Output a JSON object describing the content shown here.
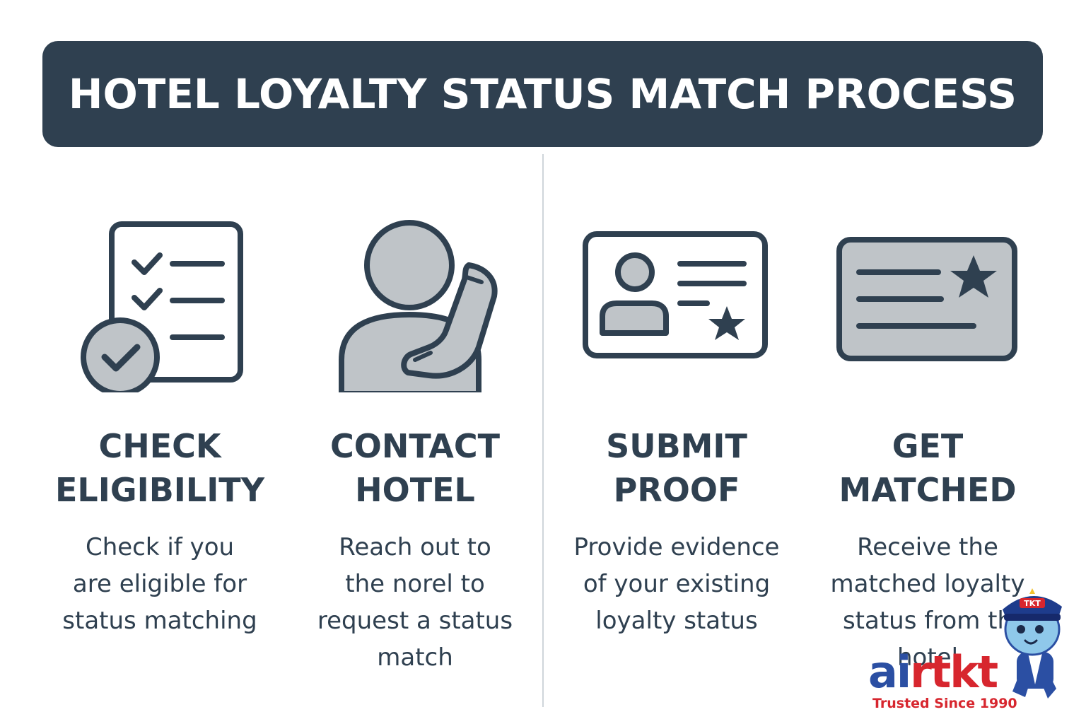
{
  "title": "HOTEL LOYALTY STATUS MATCH PROCESS",
  "colors": {
    "title_bg": "#2f4050",
    "title_text": "#ffffff",
    "icon_stroke": "#2f4050",
    "icon_fill": "#bfc4c8",
    "text": "#2f4050",
    "brand_blue": "#2b4fa3",
    "brand_red": "#d7262e"
  },
  "steps": [
    {
      "icon": "checklist-icon",
      "heading": [
        "CHECK",
        "ELIGIBILITY"
      ],
      "description": [
        "Check if you",
        "are eligible for",
        "status matching"
      ]
    },
    {
      "icon": "person-phone-icon",
      "heading": [
        "CONTACT",
        "HOTEL"
      ],
      "description": [
        "Reach out to",
        "the norel to",
        "request a status",
        "match"
      ]
    },
    {
      "icon": "id-card-star-icon",
      "heading": [
        "SUBMIT",
        "PROOF"
      ],
      "description": [
        "Provide evidence",
        "of your existing",
        "loyalty status"
      ]
    },
    {
      "icon": "loyalty-card-star-icon",
      "heading": [
        "GET",
        "MATCHED"
      ],
      "description": [
        "Receive the",
        "matched loyalty",
        "status from th",
        "hotel"
      ]
    }
  ],
  "brand": {
    "name_part1": "ai",
    "name_part2": "r",
    "name_part3": "tkt",
    "tagline": "Trusted Since 1990",
    "cap_badge": "TKT"
  }
}
